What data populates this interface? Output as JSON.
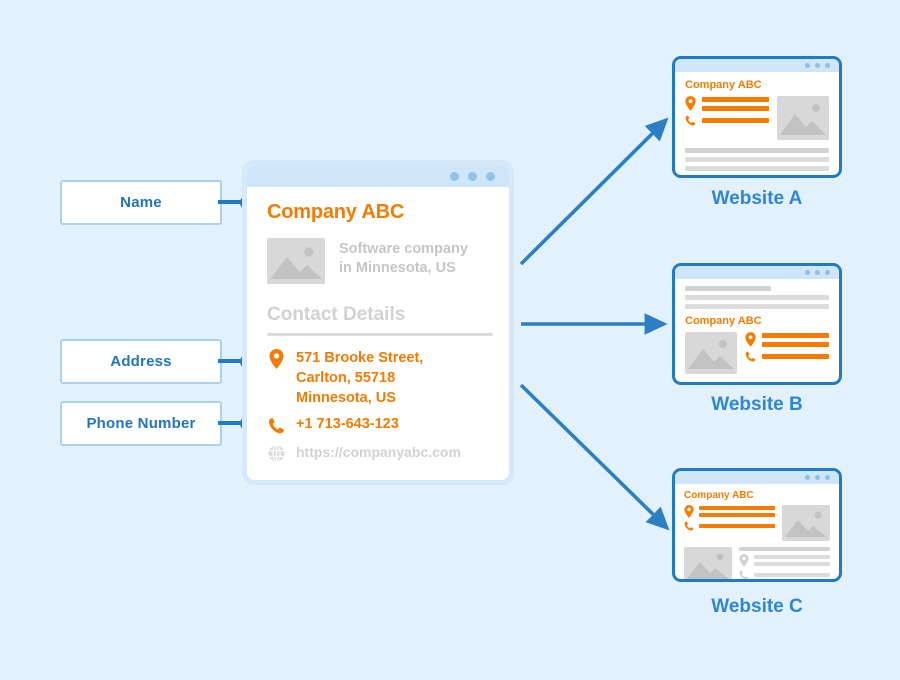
{
  "colors": {
    "background": "#e3f1fc",
    "accent_orange": "#f57c00",
    "accent_blue": "#1f7bc4",
    "label_blue": "#2e86d8",
    "frame_blue": "#a8d2f0",
    "gray_text": "#c6c6c6"
  },
  "labels": [
    {
      "text": "Name",
      "name": "label-name"
    },
    {
      "text": "Address",
      "name": "label-address"
    },
    {
      "text": "Phone Number",
      "name": "label-phone-number"
    }
  ],
  "profile_card": {
    "company_name": "Company ABC",
    "description_line1": "Software company",
    "description_line2": "in Minnesota, US",
    "contact_heading": "Contact Details",
    "address_line1": "571 Brooke Street,",
    "address_line2": "Carlton, 55718",
    "address_line3": "Minnesota, US",
    "phone": "+1 713-643-123",
    "website": "https://companyabc.com",
    "icons": {
      "image": "image-placeholder-icon",
      "address": "map-pin-icon",
      "phone": "phone-icon",
      "website": "globe-icon"
    },
    "window_dots": 3
  },
  "websites": [
    {
      "caption": "Website A",
      "company_name": "Company ABC",
      "layout": "text-left-image-right",
      "window_dots": 3
    },
    {
      "caption": "Website B",
      "company_name": "Company ABC",
      "layout": "header-lines-then-image-left-text-right",
      "window_dots": 3
    },
    {
      "caption": "Website C",
      "company_name": "Company ABC",
      "layout": "two-row-quad",
      "window_dots": 3
    }
  ],
  "arrows": [
    {
      "name": "arrow-to-website-a",
      "direction": "up-right"
    },
    {
      "name": "arrow-to-website-b",
      "direction": "right"
    },
    {
      "name": "arrow-to-website-c",
      "direction": "down-right"
    }
  ]
}
